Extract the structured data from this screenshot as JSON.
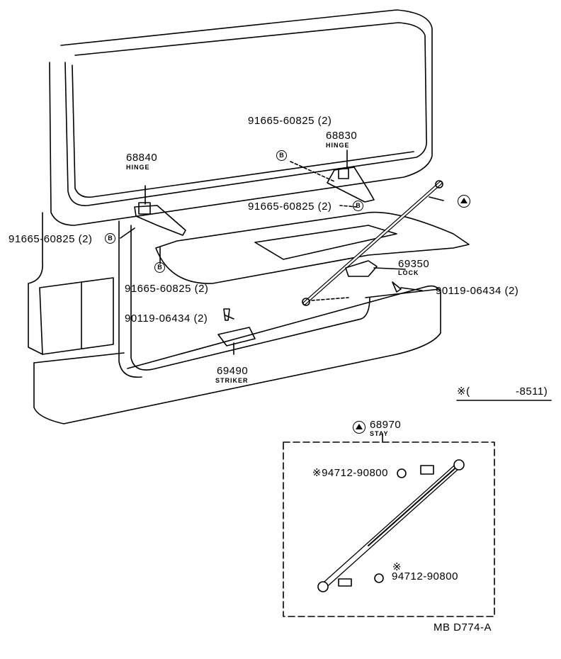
{
  "parts": {
    "bolt_upper_right": "91665-60825 (2)",
    "hinge_right_num": "68830",
    "hinge_right_name": "HINGE",
    "hinge_left_num": "68840",
    "hinge_left_name": "HINGE",
    "bolt_mid_right": "91665-60825 (2)",
    "bolt_left": "91665-60825 (2)",
    "bolt_lower_left": "91665-60825 (2)",
    "lock_num": "69350",
    "lock_name": "LOCK",
    "screw_right": "90119-06434 (2)",
    "screw_left": "90119-06434 (2)",
    "striker_num": "69490",
    "striker_name": "STRIKER",
    "stay_num": "68970",
    "stay_name": "STAY",
    "nut_top": "※94712-90800",
    "nut_bottom_mark": "※",
    "nut_bottom": "94712-90800",
    "footnote_mark": "※(",
    "footnote_range": "-8511)",
    "drawing_code": "MB D774-A"
  },
  "markers": {
    "bolt": "B",
    "stay_symbol": "triangle-in-circle-icon"
  }
}
